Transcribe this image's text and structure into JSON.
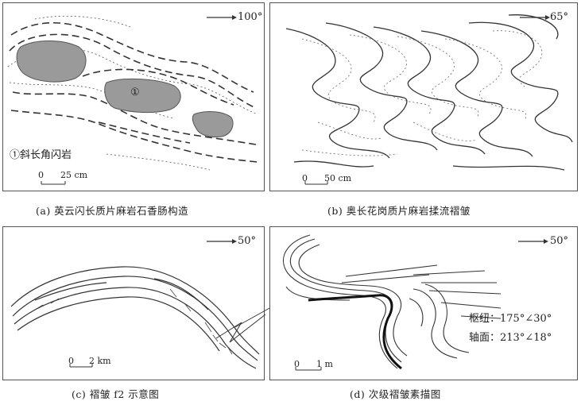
{
  "panels": {
    "a": {
      "orientation": "100°",
      "legend": "①斜长角闪岩",
      "marker": "①",
      "scale_zero": "0",
      "scale_label": "25 cm",
      "caption": "(a) 英云闪长质片麻岩石香肠构造"
    },
    "b": {
      "orientation": "65°",
      "scale_zero": "0",
      "scale_label": "50 cm",
      "caption": "(b) 奥长花岗质片麻岩揉流褶皱"
    },
    "c": {
      "orientation": "50°",
      "scale_zero": "0",
      "scale_label": "2 km",
      "caption": "(c) 褶皱 f2 示意图"
    },
    "d": {
      "orientation": "50°",
      "hinge": "枢纽：175°∠30°",
      "axial_plane": "轴面：213°∠18°",
      "scale_zero": "0",
      "scale_label": "1 m",
      "caption": "(d) 次级褶皱素描图"
    }
  },
  "colors": {
    "line": "#333333",
    "boudin_fill": "#9a9a9a"
  }
}
